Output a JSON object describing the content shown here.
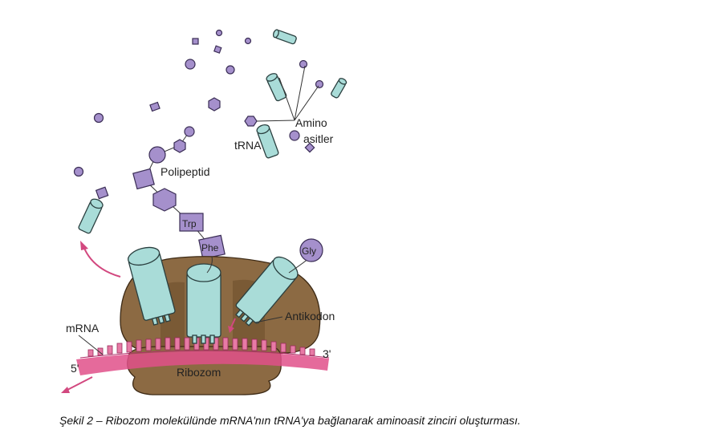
{
  "diagram": {
    "labels": {
      "amino_line1": "Amino",
      "amino_line2": "asitler",
      "trna": "tRNA",
      "polypeptide": "Polipeptid",
      "trp": "Trp",
      "phe": "Phe",
      "gly": "Gly",
      "anticodon": "Antikodon",
      "mrna": "mRNA",
      "five_prime": "5'",
      "three_prime": "3'",
      "ribosome": "Ribozom"
    },
    "colors": {
      "ribosome": "#8c6a43",
      "trna": "#a9dcd8",
      "amino_acid": "#a590cc",
      "mrna": "#e0508a"
    }
  },
  "caption": "Şekil 2 – Ribozom molekülünde mRNA'nın tRNA'ya bağlanarak aminoasit zinciri oluşturması."
}
